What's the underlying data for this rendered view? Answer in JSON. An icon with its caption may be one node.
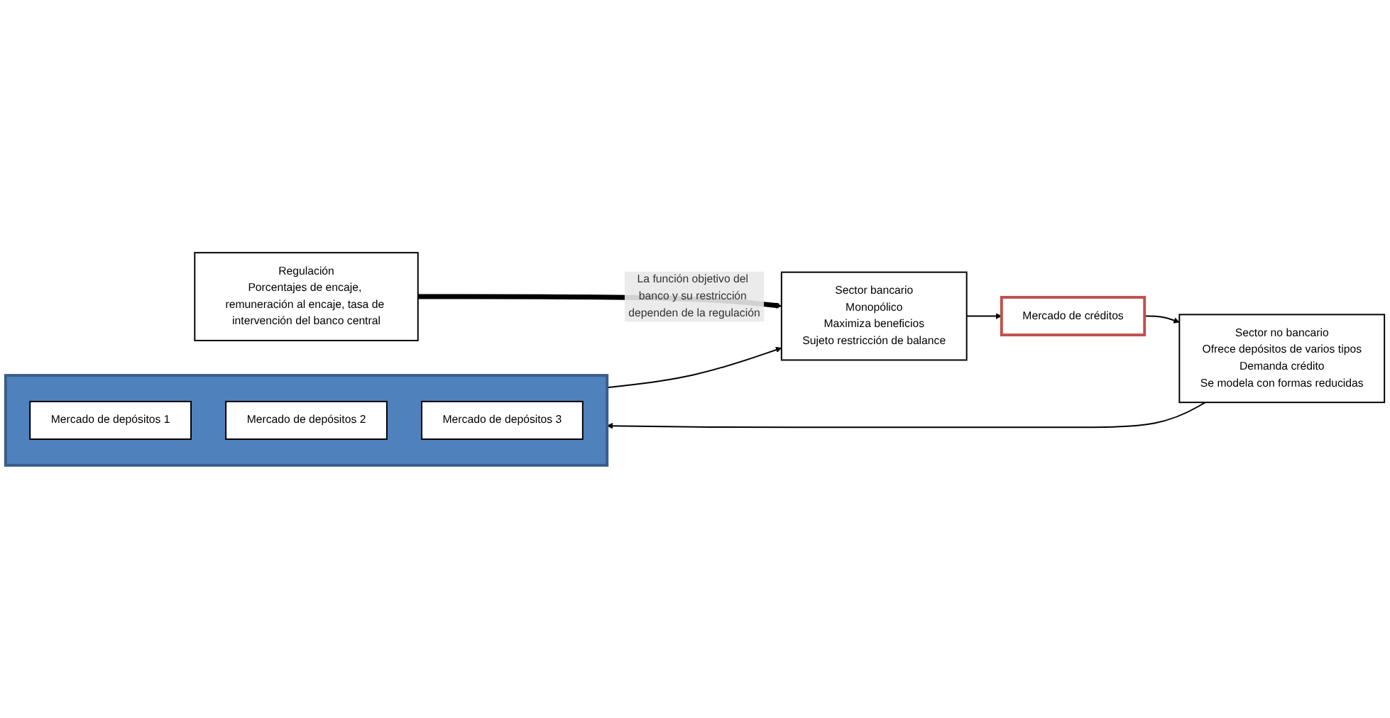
{
  "diagram": {
    "nodes": [
      {
        "text": [
          "Sector bancario",
          "Monopólico",
          "Maximiza beneficios",
          "Sujeto restricción de balance"
        ]
      },
      {
        "text": [
          "Mercado de créditos"
        ]
      },
      {
        "text": [],
        "shape": "box"
      },
      {
        "text": [
          "Mercado de depósitos 1"
        ],
        "in": 2
      },
      {
        "text": [
          "Mercado de depósitos 2"
        ],
        "in": 2
      },
      {
        "text": [
          "Mercado de depósitos 3"
        ],
        "in": 2
      },
      {
        "text": [
          "Sector no bancario",
          "Ofrece depósitos de varios tipos",
          "Demanda crédito",
          "Se modela con formas reducidas"
        ]
      },
      {
        "text": [
          "Regulación",
          "Porcentajes de encaje, remuneración al encaje, tasa de intervención del banco central"
        ]
      }
    ],
    "edges": [
      {
        "from": 0,
        "to": 1,
        "arrow": "to"
      },
      {
        "from": 1,
        "to": 6,
        "arrow": "to"
      },
      {
        "from": 6,
        "to": 2,
        "arrow": "to"
      },
      {
        "from": 2,
        "to": 0,
        "arrow": "to"
      },
      {
        "from": 7,
        "to": 0,
        "arrow": "to",
        "style": "thick",
        "label": "La función objetivo del banco y su restricción dependen de la regulación"
      }
    ]
  }
}
